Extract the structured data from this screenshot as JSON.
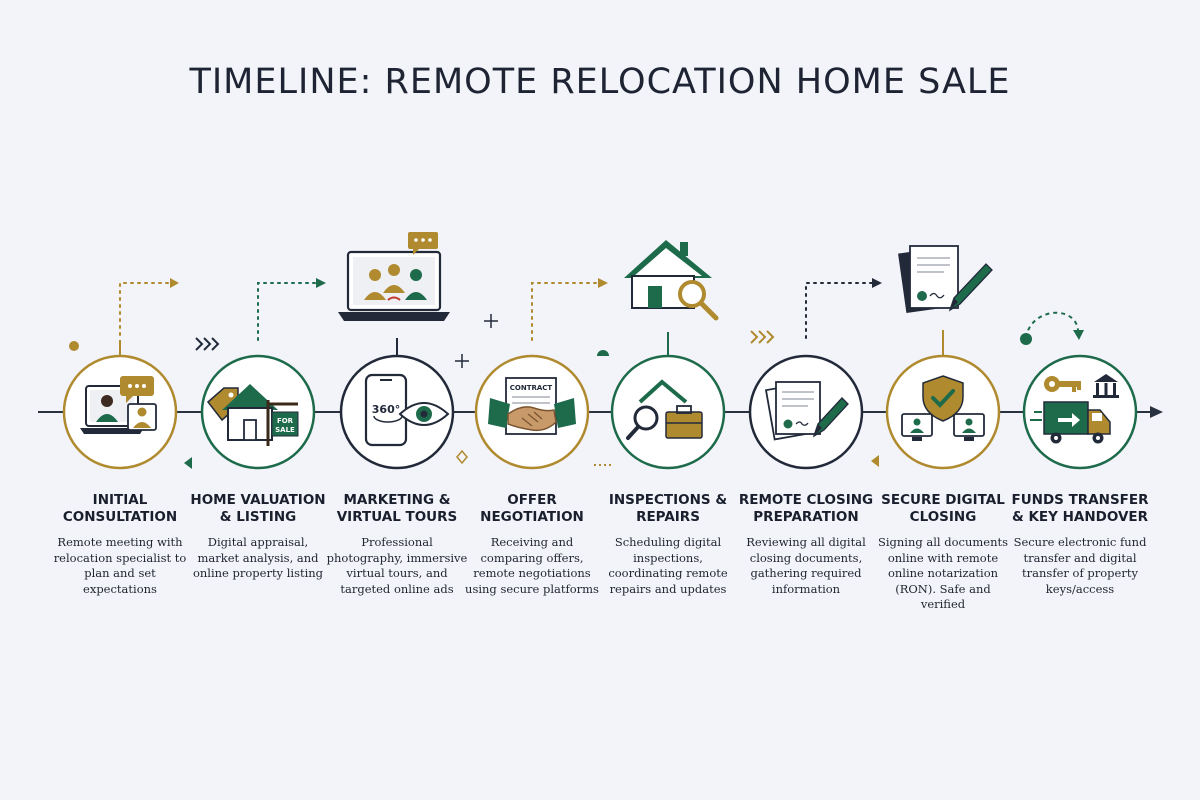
{
  "title": "TIMELINE: REMOTE RELOCATION HOME SALE",
  "colors": {
    "gold": "#b08a2e",
    "green": "#1e6b4c",
    "navy": "#222a3a",
    "background": "#f2f4f9"
  },
  "steps": [
    {
      "title": "INITIAL CONSULTATION",
      "description": "Remote meeting with relocation specialist to plan and set expectations",
      "ring_color": "gold",
      "icons": [
        "video-call-laptop-icon",
        "chat-bubble-icon"
      ]
    },
    {
      "title": "HOME VALUATION & LISTING",
      "description": "Digital appraisal, market analysis, and online property listing",
      "ring_color": "green",
      "icons": [
        "house-icon",
        "price-tag-icon",
        "for-sale-sign-icon"
      ],
      "sign_text": "FOR SALE"
    },
    {
      "title": "MARKETING & VIRTUAL TOURS",
      "description": "Professional photography, immersive virtual tours, and targeted online ads",
      "ring_color": "navy",
      "icons": [
        "smartphone-icon",
        "eye-icon",
        "video-conference-laptop-icon"
      ],
      "badge_text": "360°"
    },
    {
      "title": "OFFER NEGOTIATION",
      "description": "Receiving and comparing offers, remote negotiations using secure platforms",
      "ring_color": "gold",
      "icons": [
        "contract-document-icon",
        "handshake-icon"
      ],
      "contract_text": "CONTRACT"
    },
    {
      "title": "INSPECTIONS & REPAIRS",
      "description": "Scheduling digital inspections, coordinating remote repairs and updates",
      "ring_color": "green",
      "icons": [
        "house-icon",
        "magnifier-icon",
        "toolbox-icon",
        "house-search-icon"
      ]
    },
    {
      "title": "REMOTE CLOSING PREPARATION",
      "description": "Reviewing all digital closing documents, gathering required information",
      "ring_color": "navy",
      "icons": [
        "documents-icon",
        "pen-icon"
      ]
    },
    {
      "title": "SECURE DIGITAL CLOSING",
      "description": "Signing all documents online with remote online notarization (RON). Safe and verified",
      "ring_color": "gold",
      "icons": [
        "shield-check-icon",
        "monitors-icon",
        "signed-document-icon"
      ]
    },
    {
      "title": "FUNDS TRANSFER & KEY HANDOVER",
      "description": "Secure electronic fund transfer and digital transfer of property keys/access",
      "ring_color": "green",
      "icons": [
        "key-icon",
        "bank-icon",
        "moving-truck-icon"
      ]
    }
  ]
}
